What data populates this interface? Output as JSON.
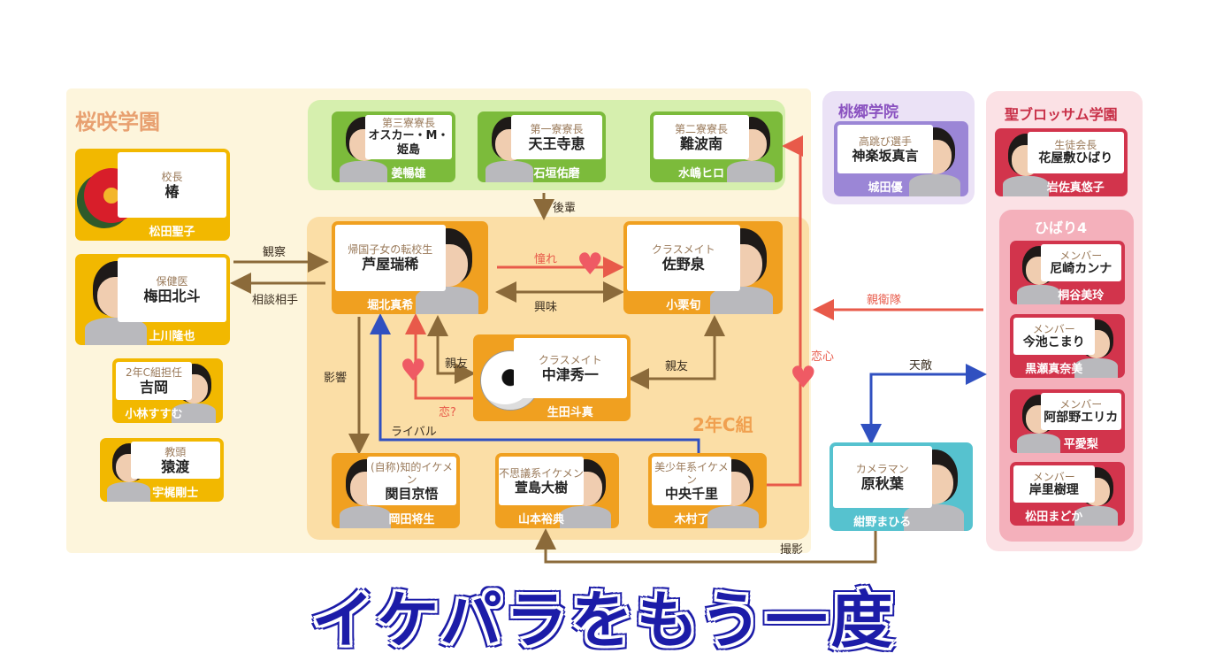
{
  "colors": {
    "sakura": "#f2b800",
    "dorm": "#7cbb3b",
    "class": "#f0a020",
    "momosato": "#9b86d6",
    "blossom": "#d2344c",
    "camera": "#56c2cf",
    "brown": "#8b6a3a",
    "red": "#e85a4a",
    "blue": "#3050c0",
    "title": "#1c1ca8"
  },
  "regions": {
    "sakura": "桜咲学園",
    "class_c": "2年C組",
    "momosato": "桃郷学院",
    "blossom": "聖ブロッサム学園",
    "hibari4": "ひばり4"
  },
  "cards": {
    "tsubaki": {
      "role": "校長",
      "name": "椿",
      "actor": "松田聖子",
      "photo": "flower-icon"
    },
    "umeda": {
      "role": "保健医",
      "name": "梅田北斗",
      "actor": "上川隆也",
      "photo": "portrait"
    },
    "yoshioka": {
      "role": "2年C組担任",
      "name": "吉岡",
      "actor": "小林すすむ",
      "photo": "portrait"
    },
    "saruwatari": {
      "role": "教頭",
      "name": "猿渡",
      "actor": "宇梶剛士",
      "photo": "portrait"
    },
    "oscar": {
      "role": "第三寮寮長",
      "name": "オスカー・M・姫島",
      "actor": "姜暢雄",
      "photo": "portrait"
    },
    "tennoji": {
      "role": "第一寮寮長",
      "name": "天王寺恵",
      "actor": "石垣佑磨",
      "photo": "portrait"
    },
    "nanba": {
      "role": "第二寮寮長",
      "name": "難波南",
      "actor": "水嶋ヒロ",
      "photo": "portrait"
    },
    "mizuki": {
      "role": "帰国子女の転校生",
      "name": "芦屋瑞稀",
      "actor": "堀北真希",
      "photo": "portrait"
    },
    "sano": {
      "role": "クラスメイト",
      "name": "佐野泉",
      "actor": "小栗旬",
      "photo": "portrait"
    },
    "nakatsu": {
      "role": "クラスメイト",
      "name": "中津秀一",
      "actor": "生田斗真",
      "photo": "soccer-ball-icon"
    },
    "sekime": {
      "role": "(自称)知的イケメン",
      "name": "関目京悟",
      "actor": "岡田将生",
      "photo": "portrait"
    },
    "kayashima": {
      "role": "不思議系イケメン",
      "name": "萱島大樹",
      "actor": "山本裕典",
      "photo": "portrait"
    },
    "nakao": {
      "role": "美少年系イケメン",
      "name": "中央千里",
      "actor": "木村了",
      "photo": "portrait"
    },
    "kagurazaka": {
      "role": "高跳び選手",
      "name": "神楽坂真言",
      "actor": "城田優",
      "photo": "portrait"
    },
    "hanayashiki": {
      "role": "生徒会長",
      "name": "花屋敷ひばり",
      "actor": "岩佐真悠子",
      "photo": "portrait"
    },
    "amagasaki": {
      "role": "メンバー",
      "name": "尼崎カンナ",
      "actor": "桐谷美玲",
      "photo": "portrait"
    },
    "imaike": {
      "role": "メンバー",
      "name": "今池こまり",
      "actor": "黒瀬真奈美",
      "photo": "portrait"
    },
    "abeno": {
      "role": "メンバー",
      "name": "阿部野エリカ",
      "actor": "平愛梨",
      "photo": "portrait"
    },
    "kishisato": {
      "role": "メンバー",
      "name": "岸里樹理",
      "actor": "松田まどか",
      "photo": "portrait"
    },
    "hara": {
      "role": "カメラマン",
      "name": "原秋葉",
      "actor": "紺野まひる",
      "photo": "portrait"
    }
  },
  "relations": {
    "observe": "観察",
    "advisor": "相談相手",
    "junior": "後輩",
    "admire": "憧れ",
    "interest": "興味",
    "bestfriend_left": "親友",
    "bestfriend_right": "親友",
    "love_q": "恋?",
    "rival": "ライバル",
    "influence": "影響",
    "crush": "恋心",
    "guard": "親衛隊",
    "enemy": "天敵",
    "photo": "撮影"
  },
  "title": "イケパラをもう一度"
}
